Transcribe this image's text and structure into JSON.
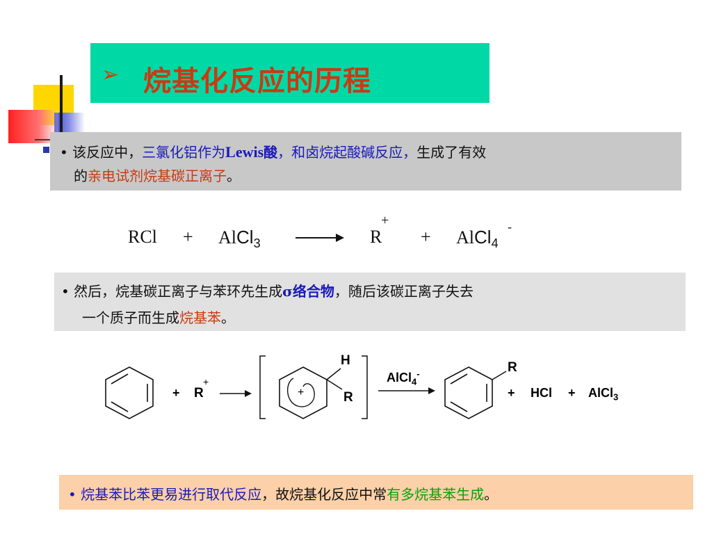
{
  "title": {
    "arrow": "➢",
    "text": "烷基化反应的历程"
  },
  "paragraph1": {
    "bullet": "•",
    "seg1": "该反应中，",
    "seg2": "三氯化铝作为",
    "seg3": "Lewis",
    "seg4": "酸",
    "seg5": "，和卤烷起酸碱反应，",
    "seg6": "生成了有效",
    "seg7": "的",
    "seg8": "亲电试剂烷基碳正离子",
    "seg9": "。"
  },
  "equation1": {
    "rcl": "RCl",
    "plus1": "+",
    "al": "Al",
    "cl": "Cl",
    "sub3": "3",
    "r": "R",
    "rcharge": "+",
    "plus2": "+",
    "al2": "Al",
    "cl2": "Cl",
    "sub4": "4",
    "anion": "-"
  },
  "paragraph2": {
    "bullet": "•",
    "seg1": "然后，烷基碳正离子与苯环先生成",
    "seg2": "σ络合物",
    "seg3": "，随后该碳正离子失去",
    "seg4": "一个质子而生成",
    "seg5": "烷基苯",
    "seg6": "。"
  },
  "equation2": {
    "plus1": "+",
    "r": "R",
    "rcharge": "+",
    "h": "H",
    "r2": "R",
    "arenium_plus": "+",
    "catalyst": "AlCl",
    "catalyst_sub": "4",
    "catalyst_charge": "-",
    "r3": "R",
    "plus2": "+",
    "hcl": "HCl",
    "plus3": "+",
    "alcl": "AlCl",
    "alcl_sub": "3"
  },
  "paragraph3": {
    "bullet": "•",
    "seg1": "烷基苯比苯更易进行取代反应",
    "seg2": "，故烷基化反应中常",
    "seg3": "有多烷基苯生成",
    "seg4": "。"
  }
}
